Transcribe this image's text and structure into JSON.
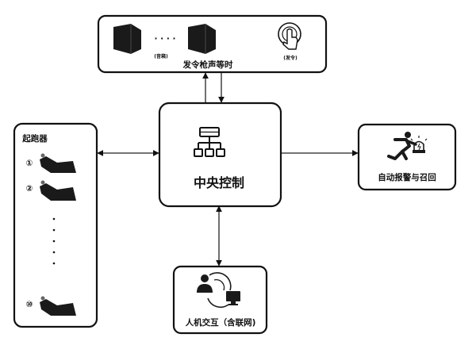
{
  "top_box": {
    "title": "发令枪声等时",
    "speaker_label": "(音箱)",
    "trigger_label": "(发令)",
    "ellipsis": "· · · ·"
  },
  "center_box": {
    "title": "中央控制"
  },
  "left_box": {
    "title": "起跑器",
    "items": [
      "①",
      "②",
      "⑩"
    ]
  },
  "right_box": {
    "title": "自动报警与召回"
  },
  "bottom_box": {
    "title": "人机交互（含联网)"
  },
  "colors": {
    "stroke": "#111111",
    "background": "#ffffff",
    "fill": "#1a1a1a"
  }
}
